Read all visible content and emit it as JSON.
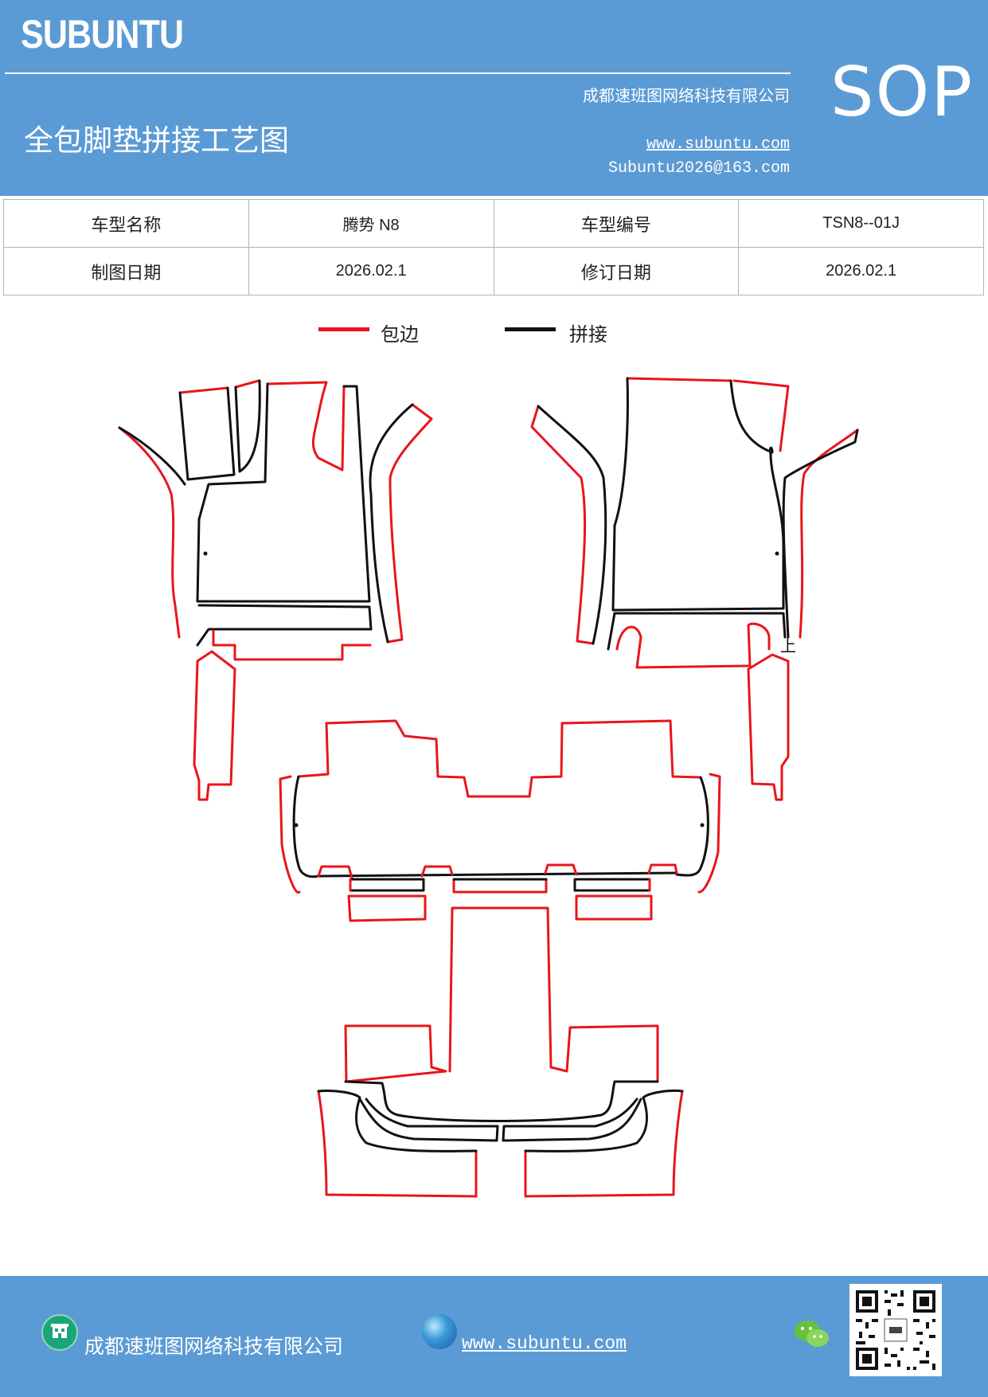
{
  "header": {
    "logo": "SUBUNTU",
    "company": "成都速班图网络科技有限公司",
    "title": "全包脚垫拼接工艺图",
    "website": "www.subuntu.com",
    "email": "Subuntu2026@163.com",
    "badge": "SOP"
  },
  "info_table": {
    "model_name_label": "车型名称",
    "model_name_value": "腾势 N8",
    "model_code_label": "车型编号",
    "model_code_value": "TSN8--01J",
    "draw_date_label": "制图日期",
    "draw_date_value": "2026.02.1",
    "revise_date_label": "修订日期",
    "revise_date_value": "2026.02.1"
  },
  "legend": {
    "edge_label": "包边",
    "edge_color": "#e8161b",
    "join_label": "拼接",
    "join_color": "#111111"
  },
  "diagram": {
    "mark_label": "上"
  },
  "footer": {
    "company": "成都速班图网络科技有限公司",
    "website": "www.subuntu.com ",
    "icons": [
      "building-icon",
      "globe-icon",
      "wechat-icon",
      "qr-code"
    ]
  }
}
